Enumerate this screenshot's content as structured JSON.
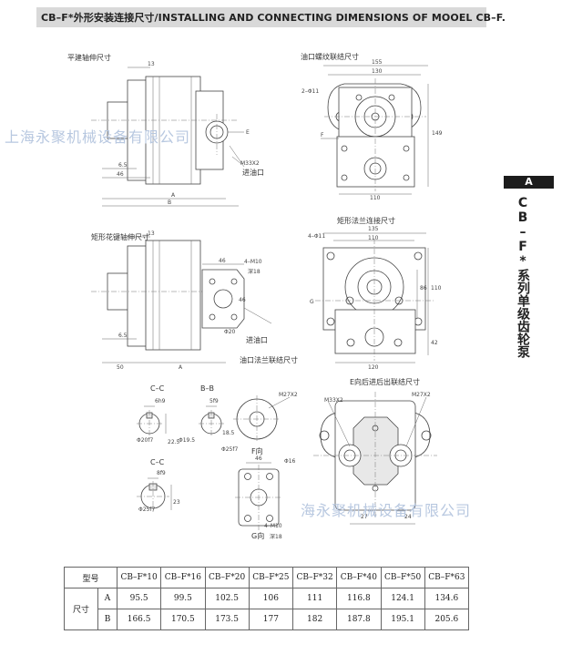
{
  "header": {
    "title": "CB–F*外形安装连接尺寸/INSTALLING AND CONNECTING DIMENSIONS OF MOOEL CB–F."
  },
  "side_tab": {
    "letter": "A",
    "title": "CB–F*系列单级齿轮泵"
  },
  "watermark": {
    "top": "上海永聚机械设备有限公司",
    "bottom": "海永聚机械设备有限公司"
  },
  "captions": {
    "shaft_flat": "平建轴伸尺寸",
    "port_thread": "油口螺纹联结尺寸",
    "shaft_spline": "矩形花键轴伸尺寸",
    "rect_flange": "矩形法兰连接尺寸",
    "port_flange": "油口法兰联结尺寸",
    "e_view": "E向后进后出联结尺寸",
    "view_cc1": "C–C",
    "view_bb": "B–B",
    "view_cc2": "C–C",
    "view_f": "F向",
    "view_g": "G向",
    "in_port1": "进油口",
    "in_port2": "进油口",
    "m33": "M33X2",
    "m33b": "M33X2",
    "m27a": "M27X2",
    "m27b": "M27X2",
    "m10a": "4–M10",
    "m10b": "4–M10",
    "deep18a": "深18",
    "deep18b": "深18"
  },
  "dims": {
    "d13a": "13",
    "d6_5a": "6.5",
    "d46a": "46",
    "dA1": "A",
    "dB1": "B",
    "d155": "155",
    "d130": "130",
    "d2phi11": "2–Φ11",
    "d149": "149",
    "d110a": "110",
    "dE": "E",
    "dF": "F",
    "d4phi11": "4–Φ11",
    "d135": "135",
    "d110b": "110",
    "d86": "86",
    "d110c": "110",
    "d42": "42",
    "d120": "120",
    "dG": "G",
    "d13b": "13",
    "d6_5b": "6.5",
    "d50": "50",
    "dA2": "A",
    "d46b": "46",
    "d46c": "46",
    "dphi20": "Φ20",
    "d6h9": "6h9",
    "d5f9": "5f9",
    "d8f9": "8f9",
    "d22_5": "22.5",
    "d18_5": "18.5",
    "d23": "23",
    "dphi20f7": "Φ20f7",
    "dphi19": "Φ19.5",
    "dphi25f7": "Φ25f7",
    "dphi25f7b": "Φ25f7",
    "dphi16": "Φ16",
    "d46d": "46",
    "d27": "27",
    "d24": "24"
  },
  "spec_table": {
    "col_header": "型号",
    "row_label": "尺寸",
    "models": [
      "CB–F*10",
      "CB–F*16",
      "CB–F*20",
      "CB–F*25",
      "CB–F*32",
      "CB–F*40",
      "CB–F*50",
      "CB–F*63"
    ],
    "rows": [
      {
        "key": "A",
        "values": [
          "95.5",
          "99.5",
          "102.5",
          "106",
          "111",
          "116.8",
          "124.1",
          "134.6"
        ]
      },
      {
        "key": "B",
        "values": [
          "166.5",
          "170.5",
          "173.5",
          "177",
          "182",
          "187.8",
          "195.1",
          "205.6"
        ]
      }
    ]
  }
}
